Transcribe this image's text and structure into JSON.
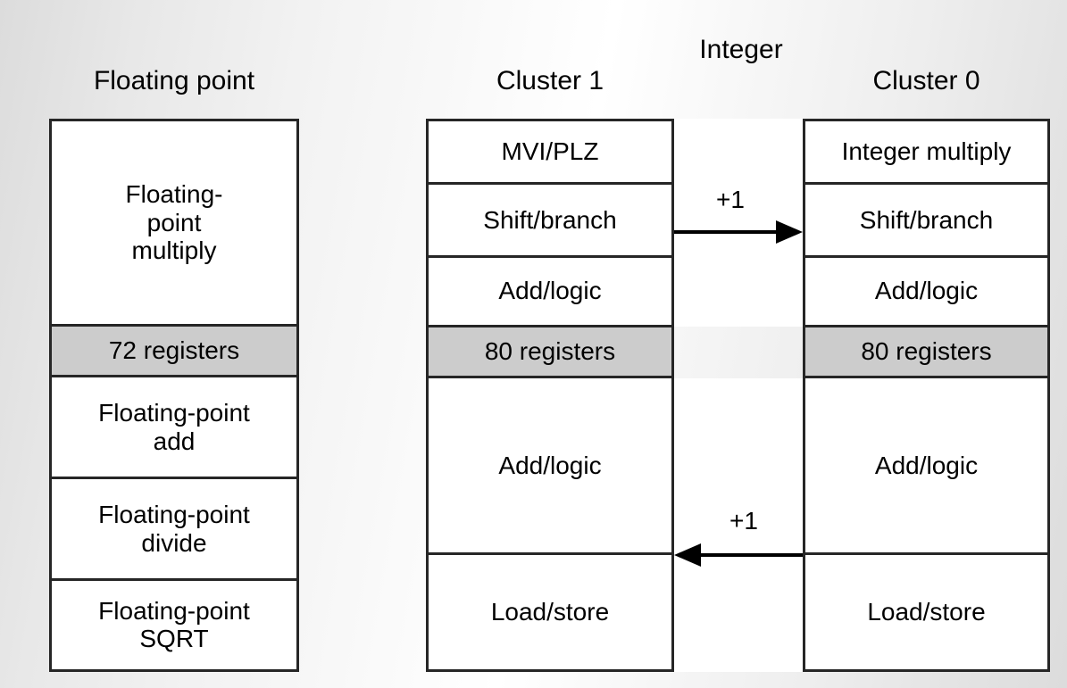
{
  "diagram": {
    "title_hidden": "",
    "groups": [
      {
        "id": "floating-point",
        "header": "Floating point",
        "cells": [
          {
            "label": "Floating-\npoint\nmultiply",
            "shaded": false
          },
          {
            "label": "72 registers",
            "shaded": true
          },
          {
            "label": "Floating-point\nadd",
            "shaded": false
          },
          {
            "label": "Floating-point\ndivide",
            "shaded": false
          },
          {
            "label": "Floating-point\nSQRT",
            "shaded": false
          }
        ]
      },
      {
        "id": "cluster-1",
        "header": "Cluster 1",
        "cells": [
          {
            "label": "MVI/PLZ",
            "shaded": false
          },
          {
            "label": "Shift/branch",
            "shaded": false
          },
          {
            "label": "Add/logic",
            "shaded": false
          },
          {
            "label": "80 registers",
            "shaded": true
          },
          {
            "label": "Add/logic",
            "shaded": false
          },
          {
            "label": "Load/store",
            "shaded": false
          }
        ]
      },
      {
        "id": "cluster-0",
        "header": "Cluster 0",
        "cells": [
          {
            "label": "Integer multiply",
            "shaded": false
          },
          {
            "label": "Shift/branch",
            "shaded": false
          },
          {
            "label": "Add/logic",
            "shaded": false
          },
          {
            "label": "80 registers",
            "shaded": true
          },
          {
            "label": "Add/logic",
            "shaded": false
          },
          {
            "label": "Load/store",
            "shaded": false
          }
        ]
      }
    ],
    "section_header": "Integer",
    "arrows": [
      {
        "id": "arrow-cluster1-to-cluster0",
        "label": "+1",
        "direction": "right"
      },
      {
        "id": "arrow-cluster0-to-cluster1",
        "label": "+1",
        "direction": "left"
      }
    ],
    "colors": {
      "box_border": "#262626",
      "box_fill": "#ffffff",
      "register_fill": "#cccccc",
      "text": "#000000",
      "arrow": "#000000"
    }
  }
}
